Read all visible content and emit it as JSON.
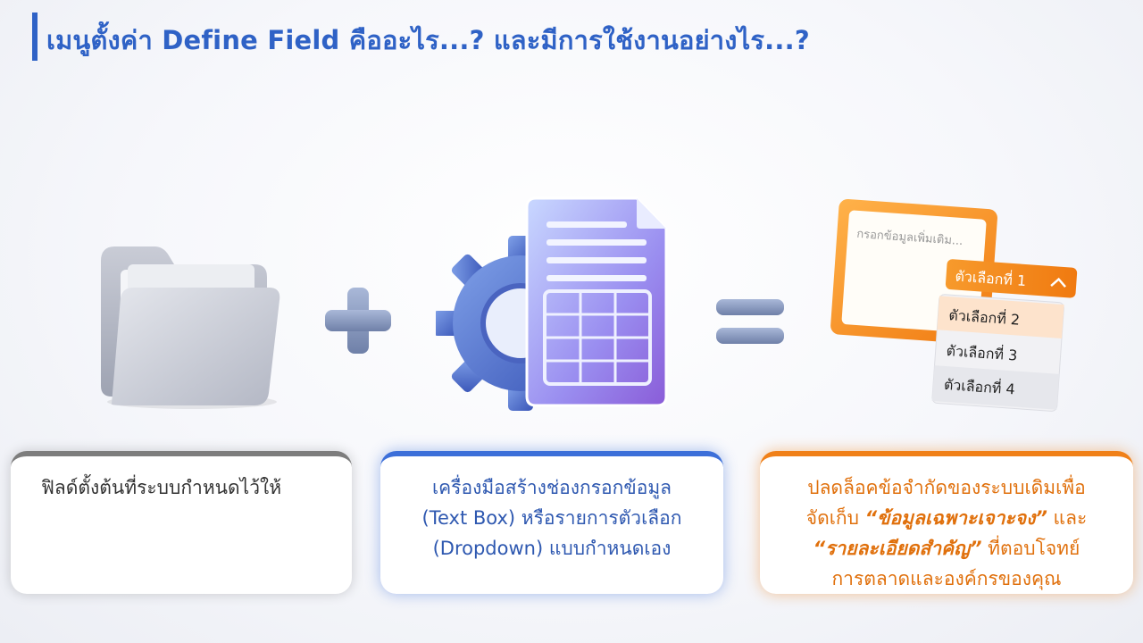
{
  "header": {
    "title": "เมนูตั้งค่า Define Field คืออะไร...? และมีการใช้งานอย่างไร...?"
  },
  "icons": {
    "folder": "folder-icon",
    "plus": "plus-icon",
    "form": "form-gear-icon",
    "equals": "equals-icon",
    "dropdown": "dropdown-form-icon"
  },
  "dropdown_mock": {
    "placeholder": "กรอกข้อมูลเพิ่มเติม...",
    "selected": "ตัวเลือกที่ 1",
    "options": [
      "ตัวเลือกที่ 2",
      "ตัวเลือกที่ 3",
      "ตัวเลือกที่ 4"
    ]
  },
  "boxes": {
    "default_fields": {
      "line1": "ฟิลด์ตั้งต้นที่ระบบกำหนดไว้ให้"
    },
    "builder": {
      "line1": "เครื่องมือสร้างช่องกรอกข้อมูล",
      "line2": "(Text Box) หรือรายการตัวเลือก",
      "line3": "(Dropdown) แบบกำหนดเอง"
    },
    "result": {
      "line1": "ปลดล็อคข้อจำกัดของระบบเดิมเพื่อ",
      "line2_pre": "จัดเก็บ ",
      "line2_em": "“ข้อมูลเฉพาะเจาะจง”",
      "line2_post": " และ",
      "line3_em": "“รายละเอียดสำคัญ”",
      "line3_post": " ที่ตอบโจทย์",
      "line4": "การตลาดและองค์กรของคุณ"
    }
  },
  "colors": {
    "title": "#2f62c6",
    "gray": "#7d7d7d",
    "blue": "#3c6fd9",
    "orange": "#f08018"
  }
}
